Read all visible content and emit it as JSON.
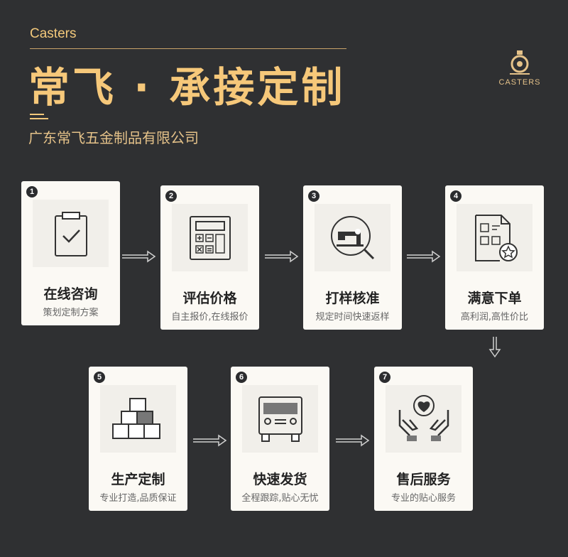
{
  "header": {
    "en_label": "Casters",
    "title": "常飞 · 承接定制",
    "company": "广东常飞五金制品有限公司",
    "logo_text": "CASTERS"
  },
  "steps": [
    {
      "num": "1",
      "title": "在线咨询",
      "sub": "策划定制方案",
      "icon": "clipboard-check-icon"
    },
    {
      "num": "2",
      "title": "评估价格",
      "sub": "自主报价,在线报价",
      "icon": "calculator-icon"
    },
    {
      "num": "3",
      "title": "打样核准",
      "sub": "规定时间快速返样",
      "icon": "sewing-machine-icon"
    },
    {
      "num": "4",
      "title": "满意下单",
      "sub": "高利润,高性价比",
      "icon": "document-star-icon"
    },
    {
      "num": "5",
      "title": "生产定制",
      "sub": "专业打造,品质保证",
      "icon": "boxes-icon"
    },
    {
      "num": "6",
      "title": "快速发货",
      "sub": "全程跟踪,贴心无忧",
      "icon": "truck-icon"
    },
    {
      "num": "7",
      "title": "售后服务",
      "sub": "专业的贴心服务",
      "icon": "hands-heart-icon"
    }
  ],
  "colors": {
    "background": "#2f3032",
    "accent": "#f6c87a",
    "card": "#fbf9f4"
  }
}
